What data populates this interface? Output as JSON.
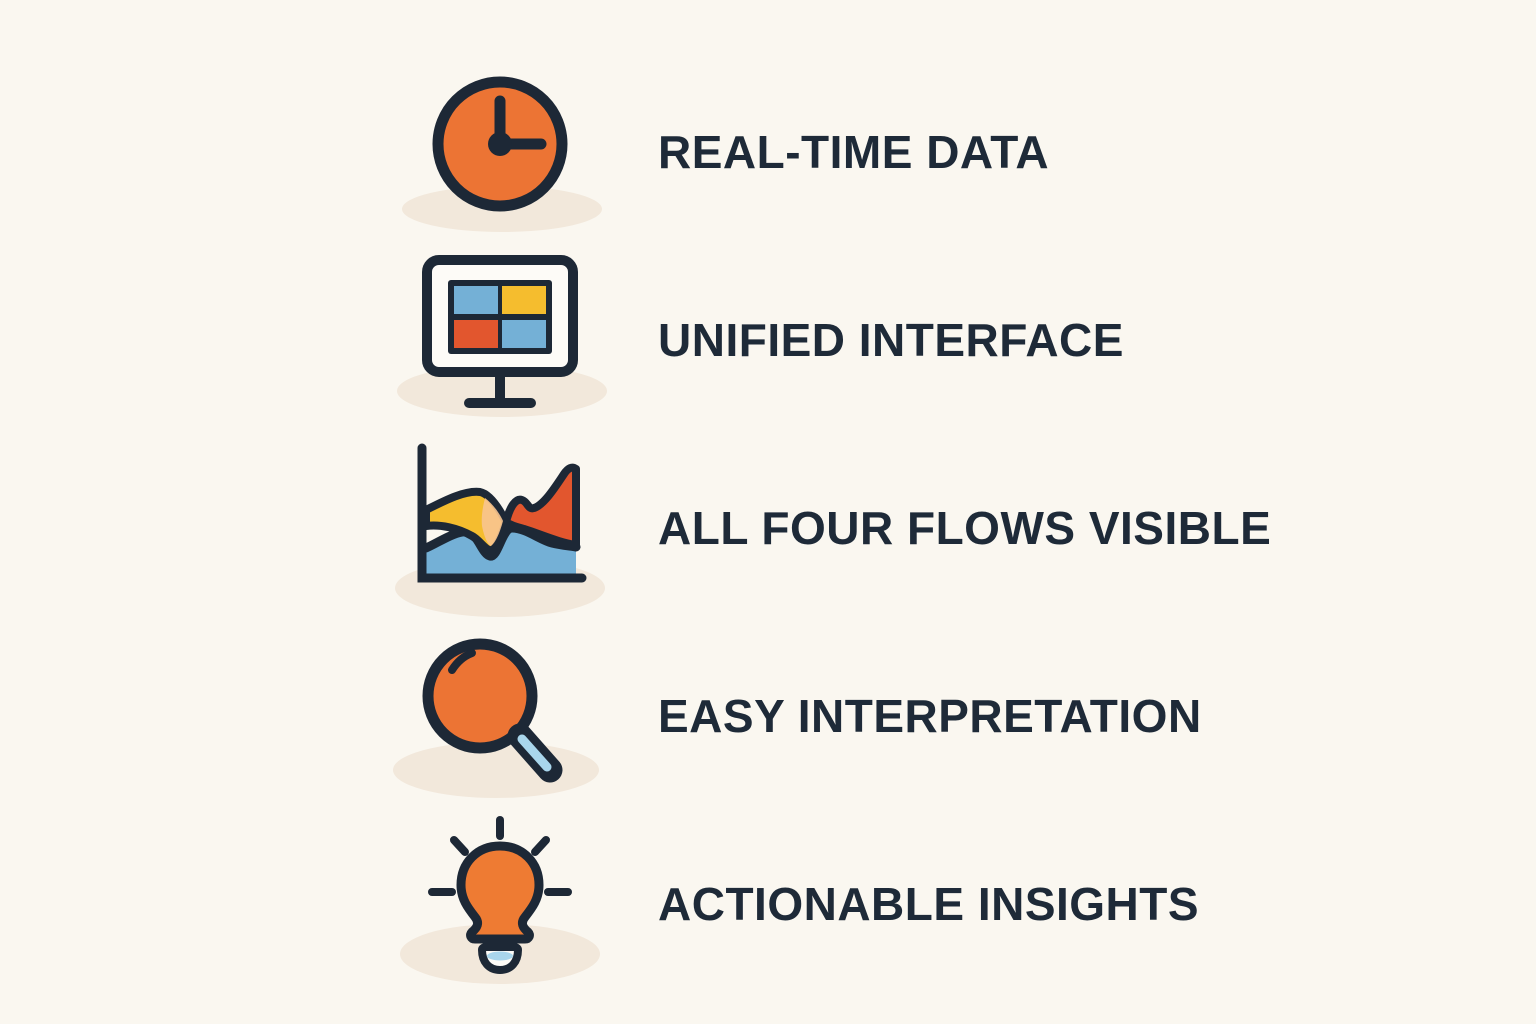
{
  "page": {
    "background_color": "#faf7f0",
    "text_color": "#1e2a38",
    "outline_color": "#1d2836",
    "accent_orange": "#ec7434",
    "accent_red_orange": "#e2562e",
    "accent_yellow": "#f5bd2e",
    "accent_blue": "#74b0d6",
    "accent_light_blue": "#a9d6ec",
    "accent_peach": "#f8c490",
    "shadow_color": "#f2e8db"
  },
  "features": [
    {
      "label": "REAL-TIME DATA",
      "icon": "clock-icon"
    },
    {
      "label": "UNIFIED INTERFACE",
      "icon": "monitor-grid-icon"
    },
    {
      "label": "ALL FOUR FLOWS VISIBLE",
      "icon": "area-chart-icon"
    },
    {
      "label": "EASY INTERPRETATION",
      "icon": "magnifier-icon"
    },
    {
      "label": "ACTIONABLE INSIGHTS",
      "icon": "lightbulb-icon"
    }
  ]
}
